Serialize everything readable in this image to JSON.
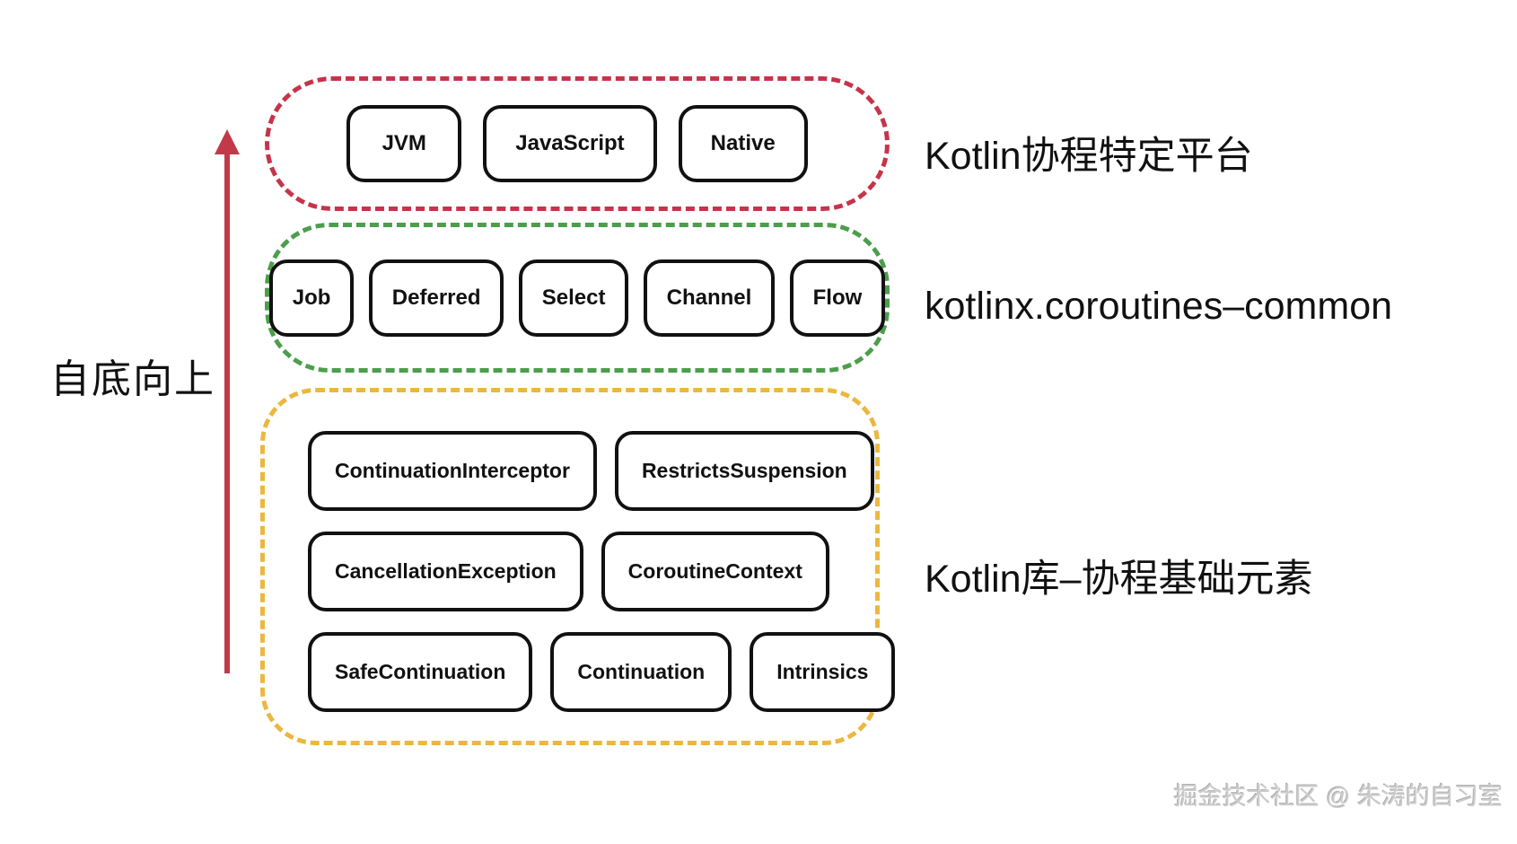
{
  "diagram": {
    "direction_label": "自底向上",
    "arrow_color": "#c23a4a",
    "watermark": "掘金技术社区 @ 朱涛的自习室",
    "groups": [
      {
        "name": "platform-specific",
        "label": "Kotlin协程特定平台",
        "border_color": "#c5344a",
        "rows": [
          [
            "JVM",
            "JavaScript",
            "Native"
          ]
        ]
      },
      {
        "name": "coroutines-common",
        "label": "kotlinx.coroutines–common",
        "border_color": "#4c9e4c",
        "rows": [
          [
            "Job",
            "Deferred",
            "Select",
            "Channel",
            "Flow"
          ]
        ]
      },
      {
        "name": "kotlin-stdlib-basics",
        "label": "Kotlin库–协程基础元素",
        "border_color": "#ecb73f",
        "rows": [
          [
            "ContinuationInterceptor",
            "RestrictsSuspension"
          ],
          [
            "CancellationException",
            "CoroutineContext"
          ],
          [
            "SafeContinuation",
            "Continuation",
            "Intrinsics"
          ]
        ]
      }
    ]
  }
}
